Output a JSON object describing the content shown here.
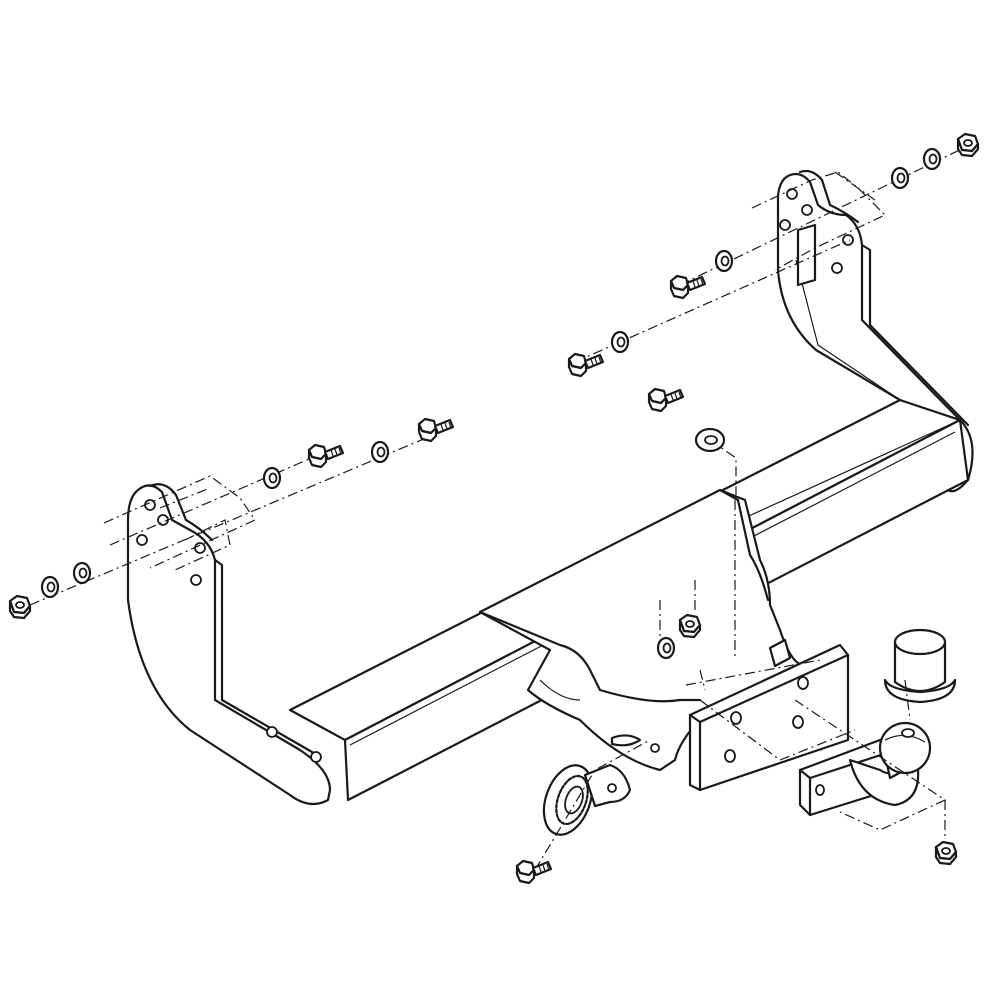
{
  "diagram": {
    "type": "exploded-assembly-drawing",
    "subject": "towbar",
    "line_color": "#1a1a1a",
    "background": "#ffffff",
    "parts": [
      "main-crossbar",
      "left-side-bracket",
      "right-side-bracket",
      "center-mounting-bracket",
      "tow-ball-mounting-plate",
      "detachable-tow-ball",
      "tow-ball-cover-cap",
      "electrical-socket-plate",
      "bolts",
      "washers",
      "nuts"
    ]
  }
}
